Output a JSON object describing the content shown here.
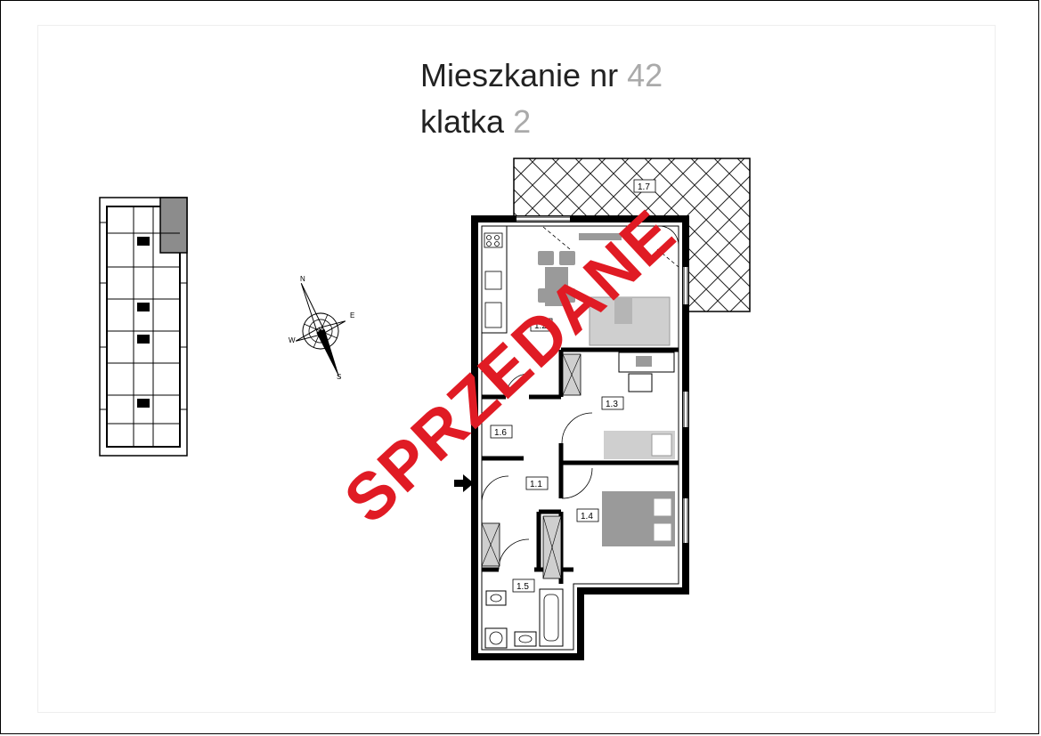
{
  "header": {
    "apartment_label": "Mieszkanie nr",
    "apartment_number": "42",
    "stair_label": "klatka",
    "stair_number": "2"
  },
  "stamp": {
    "text": "SPRZEDANE",
    "color": "#e01b24"
  },
  "compass": {
    "n": "N",
    "e": "E",
    "s": "S",
    "w": "W"
  },
  "rooms": [
    {
      "id": "1.1"
    },
    {
      "id": "1.2"
    },
    {
      "id": "1.3"
    },
    {
      "id": "1.4"
    },
    {
      "id": "1.5"
    },
    {
      "id": "1.6"
    },
    {
      "id": "1.7"
    }
  ],
  "colors": {
    "wall": "#000000",
    "furniture": "#9a9a9a",
    "light_furniture": "#cfcfcf",
    "highlight_unit": "#8c8c8c"
  }
}
